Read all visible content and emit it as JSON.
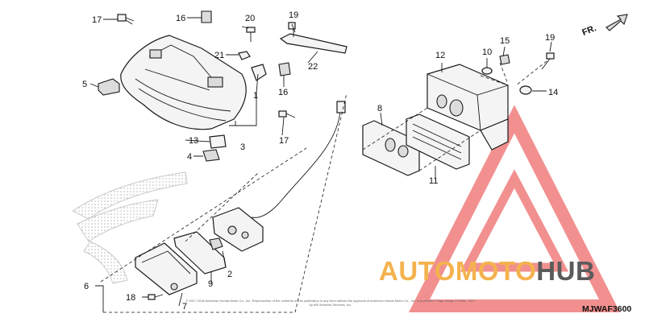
{
  "diagram": {
    "callouts": [
      "1",
      "2",
      "3",
      "4",
      "5",
      "6",
      "7",
      "8",
      "9",
      "10",
      "11",
      "12",
      "13",
      "14",
      "15",
      "16",
      "17",
      "18",
      "19",
      "20",
      "21",
      "22"
    ],
    "direction_label": "FR.",
    "diagram_code": "MJWAF3600",
    "copyright": "© 2017-2018 American Honda Motor Co., Inc. Reproduction of the contents of this publication in any form without the approval of American Honda Motor Co., Inc. is prohibited. Page design © 2004 - 2017 by ARI Network Services, Inc."
  },
  "watermark": {
    "part_a": "AUTOMOTO",
    "part_b": "HUB",
    "colors": {
      "triangle": "#f07d7d",
      "accent": "#f4b24e",
      "text_dark": "#5b5b5b"
    }
  }
}
